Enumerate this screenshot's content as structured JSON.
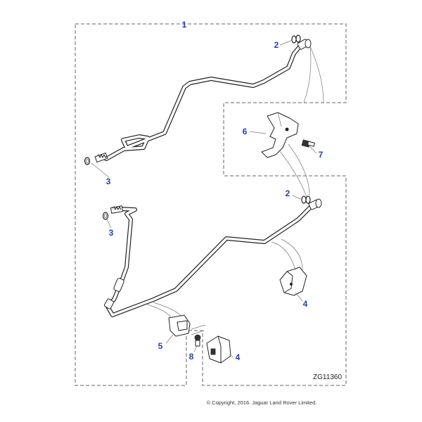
{
  "callouts": {
    "c1": "1",
    "c2a": "2",
    "c3a": "3",
    "c6": "6",
    "c7": "7",
    "c2b": "2",
    "c3b": "3",
    "c4a": "4",
    "c5": "5",
    "c8": "8",
    "c4b": "4"
  },
  "reference": "ZG11360",
  "copyright": "© Copyright, 2016. Jaguar Land Rover Limited.",
  "colors": {
    "callout": "#1f3fbf",
    "line": "#222222",
    "frame": "#666666"
  }
}
